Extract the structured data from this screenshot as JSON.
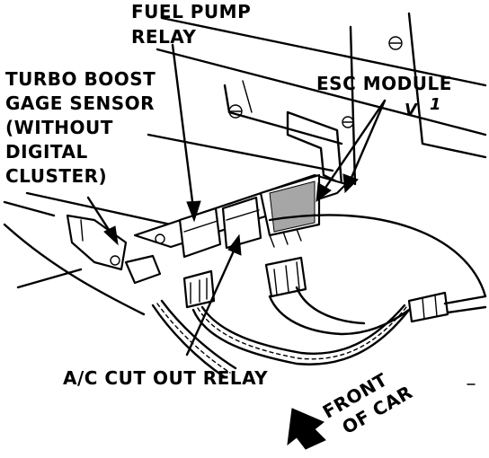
{
  "labels": {
    "fuel_pump_line1": "FUEL PUMP",
    "fuel_pump_line2": "RELAY",
    "turbo_line1": "TURBO BOOST",
    "turbo_line2": "GAGE SENSOR",
    "turbo_line3": "(WITHOUT",
    "turbo_line4": "DIGITAL",
    "turbo_line5": "CLUSTER)",
    "esc_module": "ESC MODULE",
    "ac_cut_out": "A/C CUT OUT RELAY",
    "front_line1": "FRONT",
    "front_line2": "OF CAR",
    "mark_v": "V",
    "mark_1": "1"
  },
  "colors": {
    "ink": "#000000",
    "paper": "#ffffff"
  }
}
